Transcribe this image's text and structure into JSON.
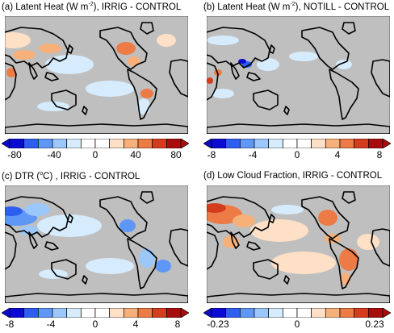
{
  "panels": [
    {
      "id": "a",
      "title_pre": "(a) Latent Heat (W m",
      "title_sup": "-2",
      "title_post": "), IRRIG - CONTROL",
      "colorbar_ticks": [
        "-80",
        "-40",
        "0",
        "40",
        "80"
      ],
      "map_style": "lh_irrig"
    },
    {
      "id": "b",
      "title_pre": "(b) Latent Heat (W m",
      "title_sup": "-2",
      "title_post": "), NOTILL - CONTROL",
      "colorbar_ticks": [
        "-8",
        "-4",
        "0",
        "4",
        "8"
      ],
      "map_style": "lh_notill"
    },
    {
      "id": "c",
      "title_pre": "(c) DTR (",
      "title_sup": "o",
      "title_post": "C) , IRRIG - CONTROL",
      "colorbar_ticks": [
        "-8",
        "-4",
        "0",
        "4",
        "8"
      ],
      "map_style": "dtr"
    },
    {
      "id": "d",
      "title_pre": "(d)  Low Cloud Fraction, IRRIG - CONTROL",
      "title_sup": "",
      "title_post": "",
      "colorbar_ticks": [
        "-0.23",
        "0",
        "0.23"
      ],
      "map_style": "cloud"
    }
  ],
  "colors": {
    "mask": "#bfbfbf",
    "coast": "#000000",
    "colorbar": [
      "#0a0ad2",
      "#2e5ef0",
      "#5f97f7",
      "#9cc7fb",
      "#d6ecfd",
      "#ffffff",
      "#ffffff",
      "#fde0c6",
      "#f7b07a",
      "#ec7b45",
      "#d43c1e",
      "#a80d0d"
    ]
  }
}
